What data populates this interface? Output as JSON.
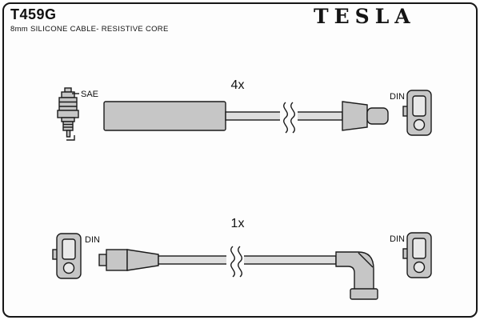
{
  "header": {
    "part_number": "T459G",
    "subtitle": "8mm SILICONE CABLE- RESISTIVE CORE",
    "brand": "TESLA"
  },
  "top_assembly": {
    "quantity": "4x",
    "left_connector_label": "SAE",
    "right_connector_label": "DIN"
  },
  "bottom_assembly": {
    "quantity": "1x",
    "left_connector_label": "DIN",
    "right_connector_label": "DIN"
  },
  "colors": {
    "outline": "#1a1a1a",
    "connector_fill": "#c6c6c6",
    "cable_fill": "#dedede",
    "background": "#fdfdfd"
  }
}
